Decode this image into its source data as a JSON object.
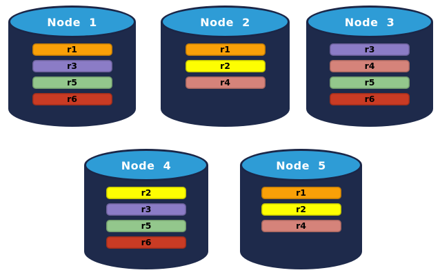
{
  "diagram": {
    "nodes": [
      {
        "label": "Node  1",
        "replicas": [
          "r1",
          "r3",
          "r5",
          "r6"
        ]
      },
      {
        "label": "Node  2",
        "replicas": [
          "r1",
          "r2",
          "r4"
        ]
      },
      {
        "label": "Node  3",
        "replicas": [
          "r3",
          "r4",
          "r5",
          "r6"
        ]
      },
      {
        "label": "Node  4",
        "replicas": [
          "r2",
          "r3",
          "r5",
          "r6"
        ]
      },
      {
        "label": "Node  5",
        "replicas": [
          "r1",
          "r2",
          "r4"
        ]
      }
    ],
    "replica_colors": {
      "r1": "#F9A008",
      "r2": "#FDFE02",
      "r3": "#8B7CC6",
      "r4": "#D5837A",
      "r5": "#93C78C",
      "r6": "#C93B24"
    },
    "cylinder_colors": {
      "body": "#1E2A4B",
      "top": "#2E9CD6",
      "outline": "#1B2647"
    }
  }
}
